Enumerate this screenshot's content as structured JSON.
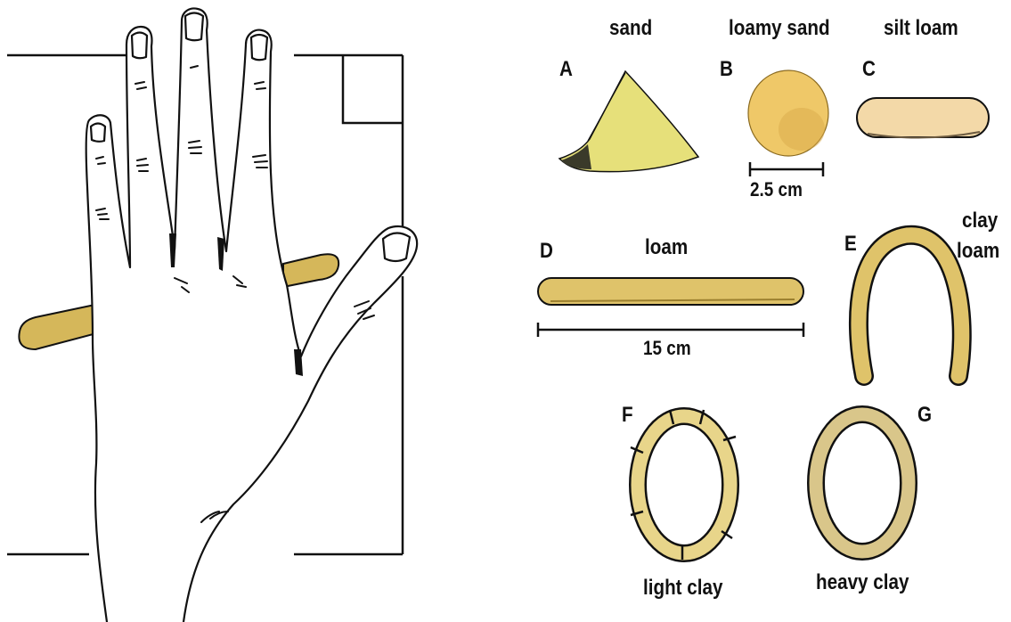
{
  "samples": [
    {
      "letter": "A",
      "texture": "sand"
    },
    {
      "letter": "B",
      "texture": "loamy sand"
    },
    {
      "letter": "C",
      "texture": "silt loam"
    },
    {
      "letter": "D",
      "texture": "loam"
    },
    {
      "letter": "E",
      "texture_line1": "clay",
      "texture_line2": "loam"
    },
    {
      "letter": "F",
      "texture": "light clay"
    },
    {
      "letter": "G",
      "texture": "heavy clay"
    }
  ],
  "measurements": {
    "ball_diameter": "2.5 cm",
    "roll_length": "15 cm"
  },
  "colors": {
    "sand": "#e6e07a",
    "soil_ball": "#efc868",
    "silt_loam": "#f3d9a8",
    "roll": "#dfc36a",
    "ink": "#111111"
  }
}
